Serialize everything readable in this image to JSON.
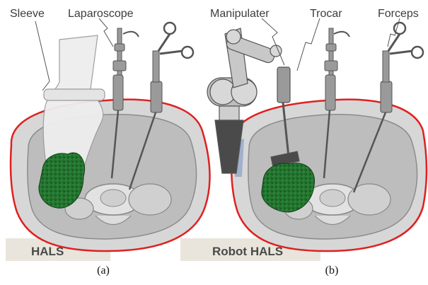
{
  "panel_a": {
    "labels": {
      "sleeve": "Sleeve",
      "laparoscope": "Laparoscope"
    },
    "box_label": "HALS",
    "caption": "(a)"
  },
  "panel_b": {
    "labels": {
      "manipulater": "Manipulater",
      "trocar": "Trocar",
      "forceps": "Forceps"
    },
    "box_label": "Robot HALS",
    "caption": "(b)"
  },
  "colors": {
    "abdomen_outline": "#e02020",
    "tissue_fill": "#c9c9c9",
    "organ_green": "#1f6b2a",
    "instrument_gray": "#9a9a9a",
    "label_box": "#e9e5dc"
  }
}
